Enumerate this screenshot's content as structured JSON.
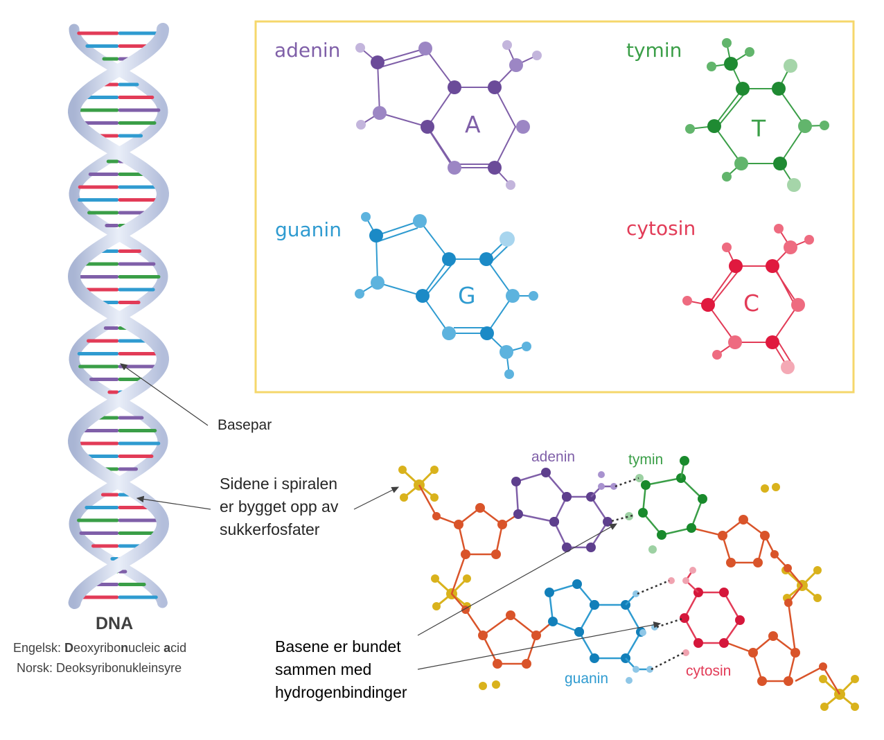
{
  "colors": {
    "adenine": "#7f5fa8",
    "thymine": "#3a9e47",
    "guanine": "#2f9bd0",
    "cytosine": "#e23b57",
    "sugar": "#d9542a",
    "phosphate": "#d9b21c",
    "frame": "#f5d76b",
    "helix": "#c6cfe6"
  },
  "box": {
    "adenine_title": "adenin",
    "thymine_title": "tymin",
    "guanine_title": "guanin",
    "cytosine_title": "cytosin",
    "adenine_letter": "A",
    "thymine_letter": "T",
    "guanine_letter": "G",
    "cytosine_letter": "C"
  },
  "dna": {
    "title": "DNA",
    "english_prefix": "Engelsk: ",
    "english_parts": [
      "D",
      "eoxyribo",
      "n",
      "ucleic ",
      "a",
      "cid"
    ],
    "norwegian": "Norsk: Deoksyribonukleinsyre"
  },
  "annotations": {
    "basepair": "Basepar",
    "sides_line1": "Sidene i spiralen",
    "sides_line2": "er bygget opp av",
    "sides_line3": "sukkerfosfater",
    "bonds_line1": "Basene er bundet",
    "bonds_line2": "sammen med",
    "bonds_line3": "hydrogenbindinger"
  },
  "strand": {
    "adenine": "adenin",
    "thymine": "tymin",
    "guanine": "guanin",
    "cytosine": "cytosin"
  }
}
